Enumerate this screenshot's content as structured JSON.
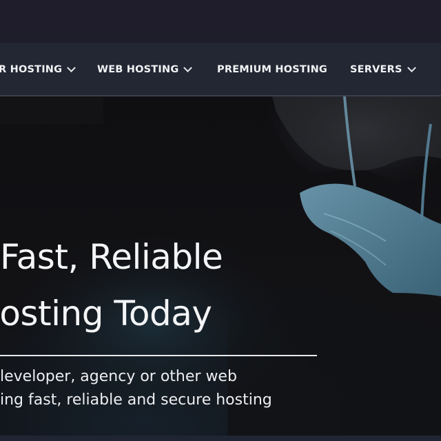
{
  "nav": {
    "items": [
      {
        "label": "R HOSTING",
        "has_dropdown": true
      },
      {
        "label": "WEB HOSTING",
        "has_dropdown": true
      },
      {
        "label": "PREMIUM HOSTING",
        "has_dropdown": false
      },
      {
        "label": "SERVERS",
        "has_dropdown": true
      }
    ]
  },
  "hero": {
    "title_line1": "Fast, Reliable",
    "title_line2": "losting Today",
    "subtitle_line1": "leveloper, agency or other web",
    "subtitle_line2": "ing fast, reliable and secure hosting"
  },
  "colors": {
    "nav_bg": "#232733",
    "hero_bg": "#111215",
    "text": "#f4f5f7",
    "accent_mask": "#5d8aa1"
  },
  "icons": [
    "chevron-down-icon"
  ]
}
